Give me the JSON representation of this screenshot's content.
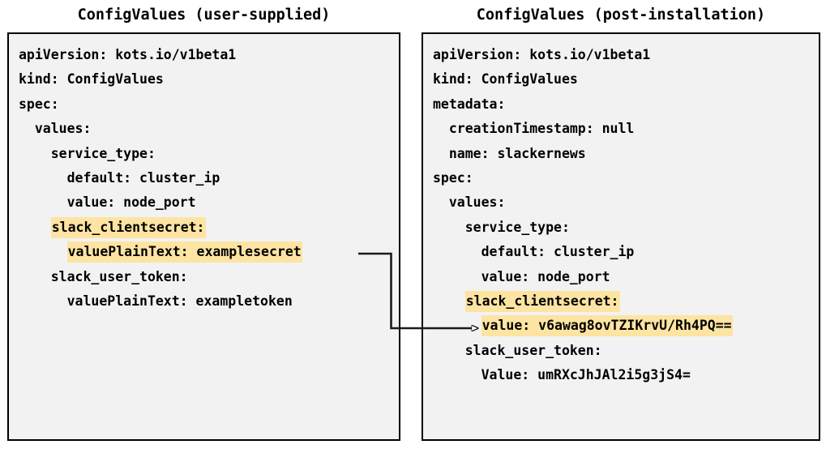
{
  "diagram": {
    "panels": [
      {
        "id": "user-supplied",
        "title": "ConfigValues (user-supplied)",
        "lines": [
          {
            "text": "apiVersion: kots.io/v1beta1",
            "highlight": false
          },
          {
            "text": "kind: ConfigValues",
            "highlight": false
          },
          {
            "text": "spec:",
            "highlight": false
          },
          {
            "text": "  values:",
            "highlight": false
          },
          {
            "text": "    service_type:",
            "highlight": false
          },
          {
            "text": "      default: cluster_ip",
            "highlight": false
          },
          {
            "text": "      value: node_port",
            "highlight": false
          },
          {
            "text": "    slack_clientsecret:",
            "highlight": true,
            "indent": 4,
            "body": "slack_clientsecret:"
          },
          {
            "text": "      valuePlainText: examplesecret",
            "highlight": true,
            "indent": 6,
            "body": "valuePlainText: examplesecret"
          },
          {
            "text": "    slack_user_token:",
            "highlight": false
          },
          {
            "text": "      valuePlainText: exampletoken",
            "highlight": false
          }
        ]
      },
      {
        "id": "post-installation",
        "title": "ConfigValues (post-installation)",
        "lines": [
          {
            "text": "apiVersion: kots.io/v1beta1",
            "highlight": false
          },
          {
            "text": "kind: ConfigValues",
            "highlight": false
          },
          {
            "text": "metadata:",
            "highlight": false
          },
          {
            "text": "  creationTimestamp: null",
            "highlight": false
          },
          {
            "text": "  name: slackernews",
            "highlight": false
          },
          {
            "text": "spec:",
            "highlight": false
          },
          {
            "text": "  values:",
            "highlight": false
          },
          {
            "text": "    service_type:",
            "highlight": false
          },
          {
            "text": "      default: cluster_ip",
            "highlight": false
          },
          {
            "text": "      value: node_port",
            "highlight": false
          },
          {
            "text": "    slack_clientsecret:",
            "highlight": true,
            "indent": 4,
            "body": "slack_clientsecret:"
          },
          {
            "text": "      value: v6awag8ovTZIKrvU/Rh4PQ==",
            "highlight": true,
            "indent": 6,
            "body": "value: v6awag8ovTZIKrvU/Rh4PQ=="
          },
          {
            "text": "    slack_user_token:",
            "highlight": false
          },
          {
            "text": "      Value: umRXcJhJAl2i5g3jS4=",
            "highlight": false
          }
        ]
      }
    ],
    "connector": {
      "label": "maps-to-arrow",
      "from": "valuePlainText: examplesecret",
      "to": "value: v6awag8ovTZIKrvU/Rh4PQ=="
    },
    "colors": {
      "highlight": "#fde4a2",
      "panel_background": "#f2f2f2",
      "panel_border": "#000000",
      "text": "#000000",
      "connector": "#1a1a1a"
    }
  }
}
